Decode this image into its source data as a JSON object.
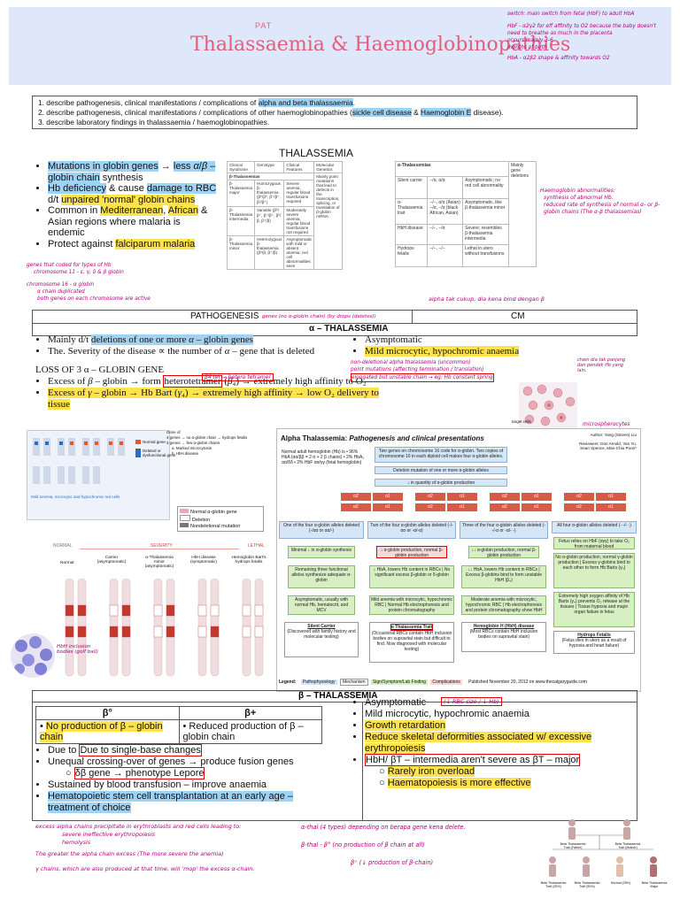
{
  "header": {
    "kicker": "PAT",
    "title": "Thalassaemia & Haemoglobinopathies",
    "notes": [
      "switch: main switch from fetal (HbF) to adult HbA",
      "HbF - α2γ2 for eff affinity to O2 because the baby doesn't need to breathe as much in the placenta",
      "occurs mainly 3-6 months of birth",
      "HbA - α2β2 shape & affinity towards O2"
    ]
  },
  "objectives": [
    {
      "pre": "1. describe pathogenesis, clinical manifestations / complications of ",
      "hl": "alpha and beta thalassaemia",
      "post": "."
    },
    {
      "pre": "2. describe pathogenesis, clinical manifestations / complications of other haemoglobinopathies (",
      "hl": "sickle cell disease",
      "mid": " & ",
      "hl2": "Haemoglobin E",
      "post": " disease)."
    },
    {
      "pre": "3. describe laboratory findings in thalassaemia / haemoglobinopathies.",
      "hl": "",
      "post": ""
    }
  ],
  "thal_heading": "THALASSEMIA",
  "thal_bullets": [
    "Mutations in globin genes → less α/β – globin chain synthesis",
    "Hb deficiency & cause damage to RBC d/t unpaired 'normal' globin chains",
    "Common in Mediterranean, African & Asian regions where malaria is endemic",
    "Protect against falciparum malaria"
  ],
  "gene_notes": [
    "genes that coded for types of Hb",
    "chromosome 11 - ε, γ, δ & β globin",
    "chromosome 16 - α globin",
    "α chain duplicated",
    "both genes on each chromosome are active"
  ],
  "table1": {
    "headers": [
      "Clinical Syndrome",
      "Genotype",
      "Clinical Features",
      "Molecular Genetics"
    ],
    "group": "β-Thalassemias",
    "rows": [
      [
        "β-Thalassemia major",
        "Homozygous β-thalassemia (β⁰/β⁰, β⁺/β⁺, β⁰/β⁺)",
        "Severe anemia; regular blood transfusions required",
        "Mainly point mutations that lead to defects in the transcription, splicing, or translation of β-globin mRNA"
      ],
      [
        "β-Thalassemia intermedia",
        "Variable (β⁰/β⁺, β⁺/β⁺, β⁰/β, β⁺/β)",
        "Moderately severe anemia; regular blood transfusions not required",
        ""
      ],
      [
        "β-Thalassemia minor",
        "Heterozygous β-thalassemia (β⁰/β, β⁺/β)",
        "Asymptomatic with mild or absent anemia; red cell abnormalities seen",
        ""
      ]
    ]
  },
  "table2": {
    "group": "α-Thalassemias",
    "gene_col": "Mainly gene deletions",
    "rows": [
      [
        "Silent carrier",
        "−/α, α/α",
        "Asymptomatic; no red cell abnormality"
      ],
      [
        "α-Thalassemia trait",
        "−/−, α/α (Asian) −/α, −/α (black African, Asian)",
        "Asymptomatic, like β-thalassemia minor"
      ],
      [
        "HbH disease",
        "−/−, −/α",
        "Severe; resembles β-thalassemia intermedia"
      ],
      [
        "Hydrops fetalis",
        "−/−, −/−",
        "Lethal in utero without transfusions"
      ]
    ]
  },
  "right_notes": [
    "Haemoglobin abnormalities:",
    "synthesis of abnormal Hb.",
    "reduced rate of synthesis of normal α- or β-globin chains (The α-β thalassemias)"
  ],
  "note_alpha_link": "alpha tak cukup, dia kena bind dengan β",
  "note_genes": "genes (no α-globin chain) (by drops (deletes))",
  "patho_heading": "PATHOGENESIS",
  "cm_heading": "CM",
  "alpha_heading": "α – THALASSEMIA",
  "alpha_patho": [
    "Mainly d/t deletions of one or more α – globin genes",
    "The. Severity of the disease ∝ the number of α – gene that is deleted"
  ],
  "loss_title": "LOSS OF 3 α – GLOBIN GENE",
  "loss_items": [
    "Excess of β – globin → form heterotetramer (β₄) → extremely high affinity to O₂",
    "Excess of γ – globin → Hb Bart (γ₄) → extremely high affinity → low O₂ delivery to tissue"
  ],
  "alpha_cm": [
    "Asymptomatic",
    "Mild microcytic, hypochromic anaemia"
  ],
  "cm_notes": [
    "non-deletional alpha thalassemia (uncommon)",
    "point mutations (affecting termination / translation)",
    "elongated but unstable chain → eg: Hb constant spring"
  ],
  "note_beta4": "β4 tet → hetero tetramer",
  "note_chainlink": "chain dia tak panjang dan pendek Hb yang lain.",
  "note_target": "target cells",
  "note_micro": "microspherocytes",
  "infographic": {
    "title": "Alpha Thalassemia: ",
    "title_em": "Pathogenesis and clinical presentations",
    "author": "Author: Yang (Steven) Liu",
    "reviewers": "Reviewers: Don Arnold, Yan Yu, Sean Spence, Man-Chiu Poon*",
    "normal": "Normal adult hemoglobin (Hb) is • 96% HbA (αα/ββ = 2 α + 2 β chains) • 2% HbA₂ αα/δδ • 2% HbF αα/γγ (fetal hemoglobin)",
    "chrom": "Two genes on chromosome 16 code for α-globin. Two copies of chromosome 16 in each diploid cell makes four α-globin alleles.",
    "deletion": "Deletion mutation of one or more α-globin alleles",
    "decrease": "↓ in quantity of α-globin production",
    "columns": [
      {
        "head": "One of the four α-globin alleles deleted (-/αα or αα/-)",
        "mid": "Minimal ↓ in α-globin synthesis",
        "sub": "Remaining three functional alleles synthesize adequate α-globin",
        "out": "Asymptomatic, usually with normal Hb, hematocrit, and MCV",
        "dx": "Silent Carrier",
        "dxd": "(Discovered with family history and molecular testing)"
      },
      {
        "head": "Two of the four α-globin alleles deleted (-/-αα or -α/-α)",
        "mid": "↓ α-globin production, normal β-globin production",
        "sub": "↓ HbA, lowers Hb content in RBCs | No significant excess β-globin or δ-globin",
        "out": "Mild anemia with microcytic, hypochromic RBC | Normal Hb electrophoresis and protein chromatography",
        "dx": "α Thalassemia Trait",
        "dxd": "(Occasional RBCs contain HbH inclusion bodies on supravital stain but difficult to find. Now diagnosed with molecular testing)"
      },
      {
        "head": "Three of the four α-globin alleles deleted (- -/-α or -α/- -)",
        "mid": "↓↓ α-globin production, normal β-globin production",
        "sub": "↓↓ HbA, lowers Hb content in RBCs | Excess β-globins bind to form unstable HbH (β₄)",
        "out": "Moderate anemia with microcytic, hypochromic RBC | Hb electrophoresis and protein chromatography show HbH",
        "dx": "Hemoglobin H (HbH) disease",
        "dxd": "(Most RBCs contain HbH inclusion bodies on supravital stain)"
      },
      {
        "head": "All four α-globin alleles deleted (- -/- -)",
        "mid": "Fetus relies on HbF (αγγ) to take O₂ from maternal blood",
        "sub": "No α-globin production, normal γ-globin production | Excess γ-globins bind to each other to form Hb Barts (γ₄)",
        "out": "Extremely high oxygen affinity of Hb Barts (γ₄) prevents O₂ release at the tissues | Tissue hypoxia and major organ failure in fetus",
        "dx": "Hydrops Fetalis",
        "dxd": "(Fetus dies in utero as a result of hypoxia and heart failure)"
      }
    ],
    "legend": [
      "Legend:",
      "Pathophysiology",
      "Mechanism",
      "Sign/Symptom/Lab Finding",
      "Complications"
    ],
    "published": "Published November 20, 2012 on www.thecalgaryguide.com"
  },
  "diagram": {
    "notes": [
      "Gene of",
      "4 genes → no α-globin chain → hydrops fetalis",
      "3 genes → few α-globin chains",
      "a. Marked microcytosis",
      "b. HbH disease"
    ],
    "legend": [
      "Normal α-globin gene",
      "Deletion",
      "Nondeletional mutation"
    ],
    "caps": [
      "NORMAL",
      "SEVERITY",
      "LETHAL"
    ],
    "labels": [
      "Normal",
      "Carrier (asymptomatic)",
      "α-Thalassemia minor (asymptomatic)",
      "HbH disease (symptomatic)",
      "Hemoglobin Bart's hydrops fetalis"
    ],
    "key": [
      "Normal gene",
      "Deleted or dysfunctional gene"
    ],
    "note_hbh": "HbH inclusion bodies (golf ball)",
    "note_mild": "Mild anemia, microcytic and hypochromic red cells"
  },
  "beta_heading": "β – THALASSEMIA",
  "beta_table": {
    "h1": "β°",
    "h2": "β+",
    "c1": "No production of β – globin chain",
    "c2": "Reduced production of β – globin chain"
  },
  "beta_patho": [
    "Due to single-base changes",
    "Unequal crossing-over of genes → produce fusion genes",
    "δβ gene → phenotype Lepore",
    "Sustained by blood transfusion – improve anaemia",
    "Hematopoietic stem cell transplantation at an early age – treatment of choice"
  ],
  "beta_cm": [
    "Asymptomatic",
    "Mild microcytic, hypochromic anaemia",
    "Growth retardation",
    "Reduce skeletal deformities associated w/ excessive erythropoiesis",
    "HbH/ βT – intermedia aren't severe as βT – major",
    "Rarely iron overload",
    "Haematopoiesis is more effective"
  ],
  "note_rbcsize": "(↓ RBC size / ↓ Hb)",
  "bottom_notes_left": [
    "excess alpha chains precipitate in erythroblasts and red cells leading to:",
    "severe ineffective erythropoiesis",
    "hemolysis",
    "The greater the alpha chain excess (The more severe the anemia)",
    "γ chains, which are also produced at that time, will 'mop' the excess α-chain."
  ],
  "bottom_notes_right": [
    "α-thal (4 types) depending on berapa gene kena delete.",
    "β-thal - β° (no production of β chain at all)",
    "β⁺ (↓ production of β-chain)"
  ],
  "pedigree": [
    "Beta Thalassemia Trait (Father)",
    "Beta Thalassemia Trait (Mother)",
    "Beta Thalassemia Trait (25%)",
    "Beta Thalassemia Trait (50%)",
    "Normal (25%)",
    "Beta Thalassemia Major"
  ],
  "colors": {
    "title": "#e0607a",
    "header_bg": "#dfe8fb",
    "blue": "#9fd3f5",
    "yellow": "#ffe34d",
    "ink": "#b0007a"
  }
}
